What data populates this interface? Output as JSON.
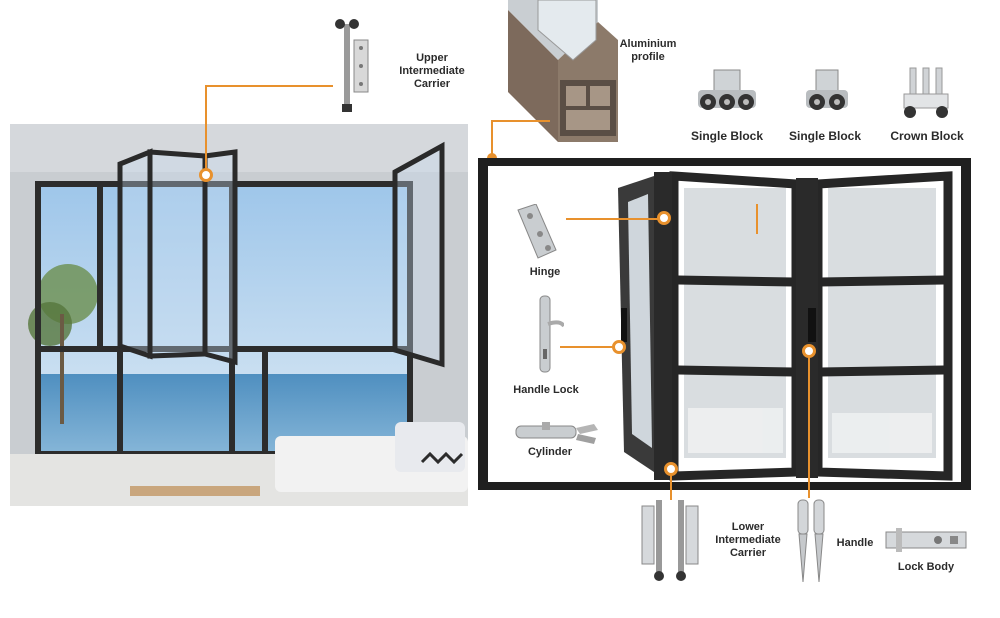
{
  "labels": {
    "upper_carrier": "Upper\nIntermediate\nCarrier",
    "aluminium_profile": "Aluminium\nprofile",
    "single_block_1": "Single Block",
    "single_block_2": "Single Block",
    "crown_block": "Crown Block",
    "hinge": "Hinge",
    "handle_lock": "Handle Lock",
    "cylinder": "Cylinder",
    "lower_carrier": "Lower\nIntermediate\nCarrier",
    "handle": "Handle",
    "lock_body": "Lock Body"
  },
  "colors": {
    "accent": "#e8912d",
    "frame": "#2e2e2e",
    "sky": "#b9d6ee",
    "sea": "#5f9cc8"
  },
  "icons": {
    "upper_carrier": "upper-carrier-hardware-icon",
    "profile": "aluminium-profile-icon",
    "single_block": "roller-block-icon",
    "crown_block": "crown-block-icon",
    "hinge": "hinge-icon",
    "handle_lock": "handle-lock-icon",
    "cylinder": "cylinder-icon",
    "lower_carrier": "lower-carrier-hardware-icon",
    "handle": "handle-icon",
    "lock_body": "lock-body-icon"
  }
}
